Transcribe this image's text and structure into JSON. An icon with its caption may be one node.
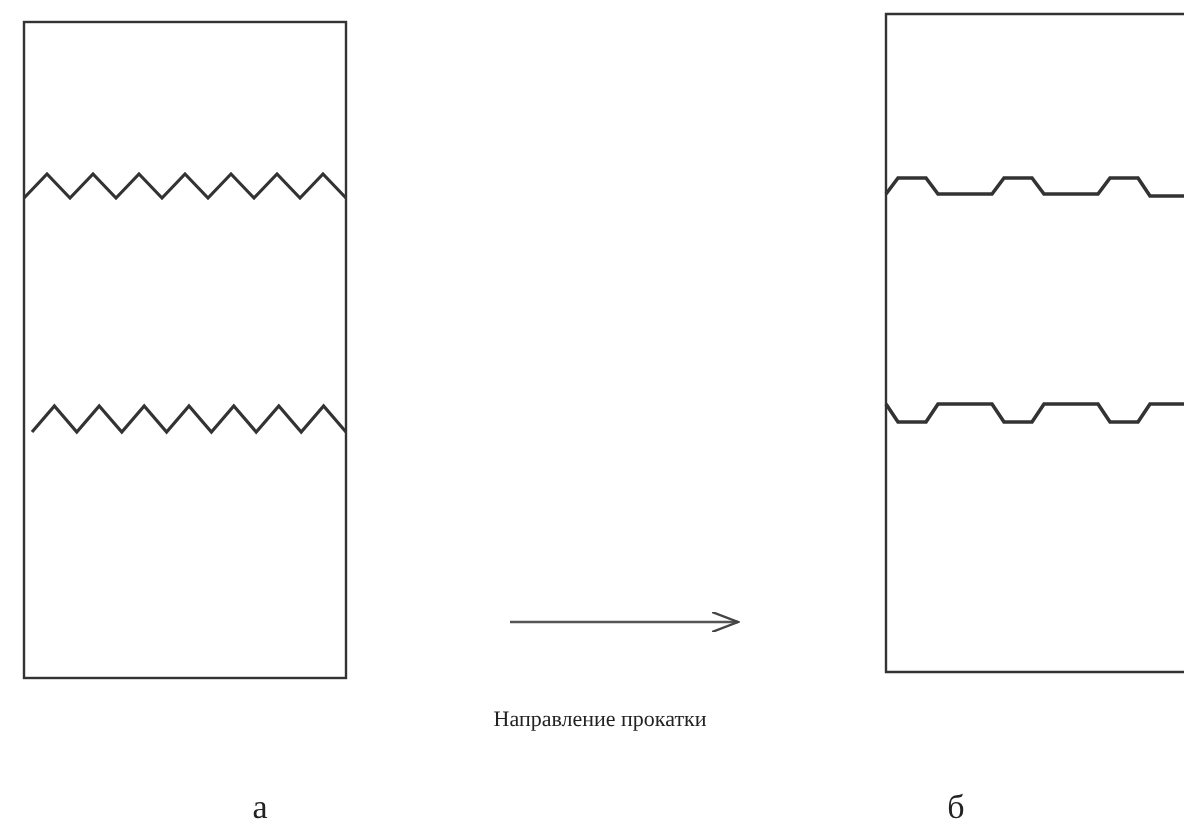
{
  "diagram": {
    "labels": [
      "Направление прокатки",
      "а",
      "б"
    ]
  }
}
